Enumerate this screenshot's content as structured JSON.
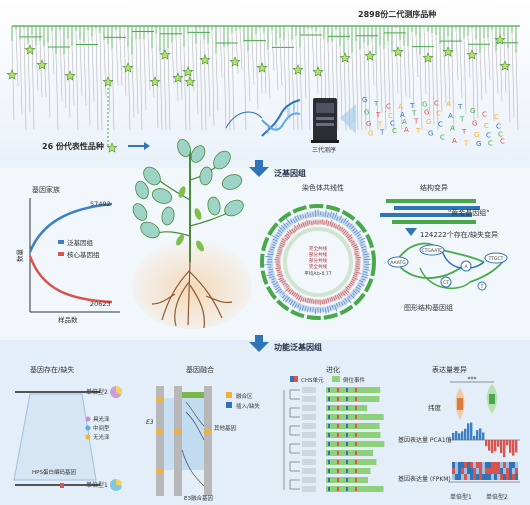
{
  "top": {
    "sequenced_label": "2898份二代测序品种",
    "representative_label": "26 份代表性品种",
    "dna_sequence": "GTCATGCATGCC",
    "third_gen_label": "三代测序"
  },
  "arrows": {
    "pan_genome": "泛基因组",
    "functional_pan_genome": "功能泛基因组"
  },
  "gene_family": {
    "title": "基因家族",
    "max_value": "57492",
    "min_value": "20623",
    "ylabel": "数量",
    "xlabel": "样品数",
    "legend_pan": "泛基因组",
    "legend_core": "核心基因组",
    "color_pan": "#3b7fc4",
    "color_core": "#d9534f"
  },
  "collinearity": {
    "title": "染色体共线性",
    "center_lines": [
      "完全共线",
      "部分共线",
      "部分共线",
      "完全共线",
      "平均AI>0.77"
    ]
  },
  "structural_variation": {
    "title": "结构变异",
    "golden_label": "\"黄金基因组\"",
    "sv_count": "124222个存在/缺失变异",
    "graph_label": "图形结构基因组",
    "node_labels": [
      "AAATG",
      "CTGAATC",
      "TTGCT",
      "A",
      "CT",
      "T"
    ]
  },
  "pav": {
    "title": "基因存在/缺失",
    "single_type2": "单倍型2",
    "single_type1": "单倍型1",
    "legend": [
      "具光泽",
      "中间型",
      "无光泽"
    ],
    "hps_label": "HPS蛋白编码基因"
  },
  "fusion": {
    "title": "基因融合",
    "legend": [
      "融合区",
      "插入/缺失"
    ],
    "other_gene": "其他基因",
    "e3": "E3",
    "e3_fusion": "E3融合基因"
  },
  "evolution": {
    "title": "进化",
    "legend": [
      "CHS单元",
      "倒位事件"
    ]
  },
  "expression": {
    "title": "表达量差异",
    "latitude": "纬度",
    "significance": "***",
    "pca_label": "基因表达量 PCA1值",
    "fpkm_label": "基因表达量 (FPKM)",
    "hap1": "单倍型1",
    "hap2": "单倍型2"
  },
  "colors": {
    "tree_green": "#49a84a",
    "panel_blue": "#e4eef8",
    "star_fill": "#b5e36a",
    "accent_blue": "#2f74b8"
  }
}
